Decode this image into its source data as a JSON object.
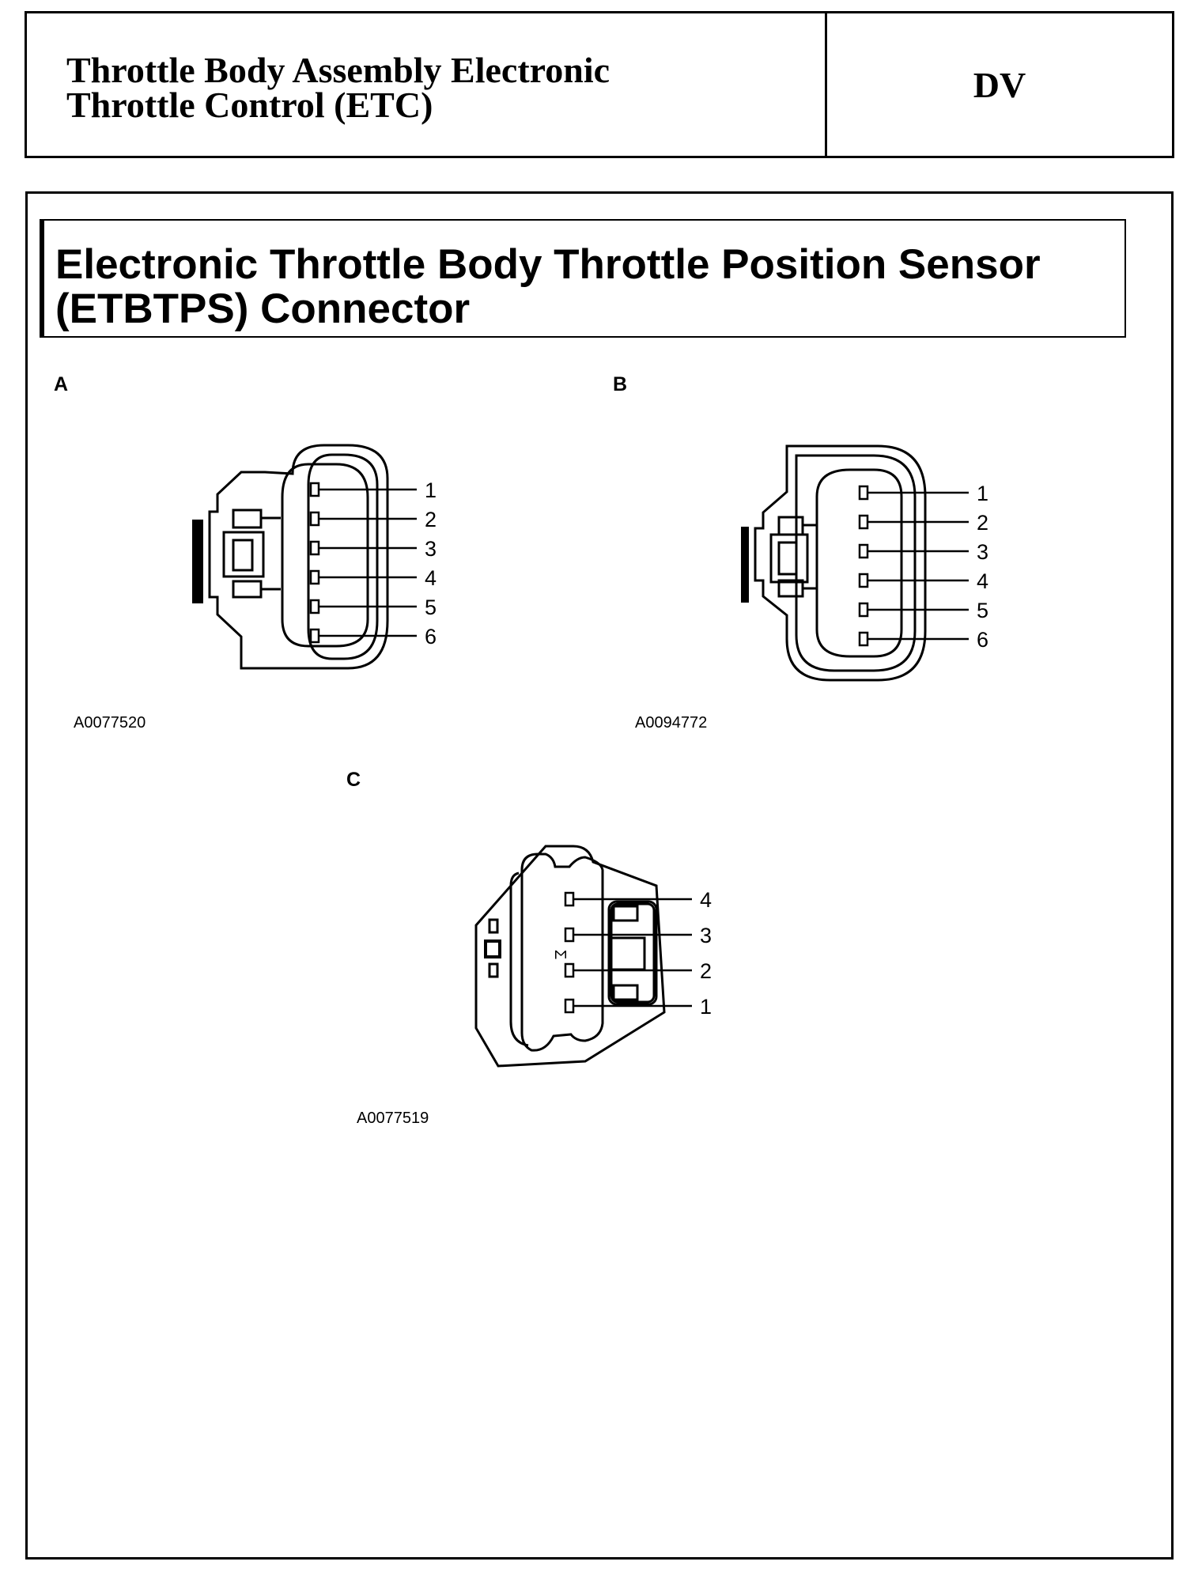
{
  "header": {
    "title_line1": "Throttle Body Assembly Electronic",
    "title_line2": "Throttle Control (ETC)",
    "code": "DV"
  },
  "section": {
    "title_line1": "Electronic Throttle Body Throttle Position Sensor",
    "title_line2": "(ETBTPS) Connector"
  },
  "figures": [
    {
      "letter": "A",
      "id": "A0077520",
      "pins": [
        "1",
        "2",
        "3",
        "4",
        "5",
        "6"
      ]
    },
    {
      "letter": "B",
      "id": "A0094772",
      "pins": [
        "1",
        "2",
        "3",
        "4",
        "5",
        "6"
      ]
    },
    {
      "letter": "C",
      "id": "A0077519",
      "pins": [
        "4",
        "3",
        "2",
        "1"
      ],
      "body_mark": "Σ"
    }
  ]
}
